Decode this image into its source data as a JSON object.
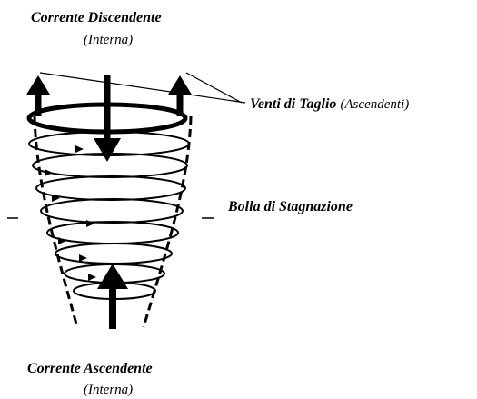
{
  "labels": {
    "top_title": "Corrente Discendente",
    "top_sub": "(Interna)",
    "shear_main": "Venti di Taglio",
    "shear_paren": "(Ascendenti)",
    "bubble": "Bolla di Stagnazione",
    "bottom_title": "Corrente Ascendente",
    "bottom_sub": "(Interna)"
  },
  "colors": {
    "ink": "#000000",
    "background": "#ffffff"
  }
}
